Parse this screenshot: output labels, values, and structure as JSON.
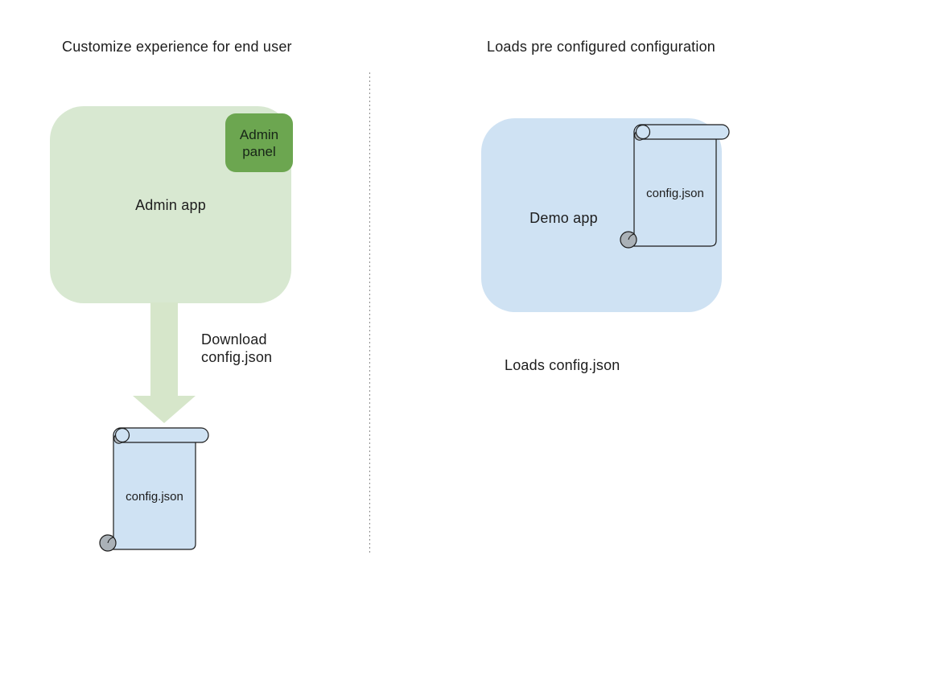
{
  "diagram": {
    "left": {
      "title": "Customize experience for end user",
      "app_label": "Admin app",
      "panel_label": "Admin panel",
      "arrow_caption_line1": "Download",
      "arrow_caption_line2": "config.json",
      "file_label": "config.json"
    },
    "right": {
      "title": "Loads pre configured configuration",
      "app_label": "Demo app",
      "file_label": "config.json",
      "caption": "Loads config.json"
    }
  },
  "colors": {
    "app_green": "#d8e8d1",
    "panel_green": "#6ca650",
    "arrow_green": "#d6e6ca",
    "file_blue": "#cfe2f3",
    "curl_gray": "#aab1b7",
    "outline": "#1a1a1a",
    "divider_gray": "#8d8d8d",
    "text_dark": "#1d1d1d"
  }
}
